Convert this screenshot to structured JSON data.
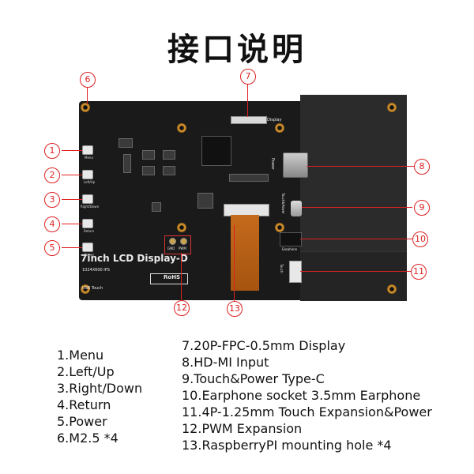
{
  "title": "接口说明",
  "board": {
    "buttons": [
      "Menu",
      "Left/Up",
      "Right/Down",
      "Return",
      "Power"
    ],
    "silk_title": "7inch LCD Display-D",
    "silk_res": "1024X600 IPS",
    "silk_touch": "USB Touch",
    "silk_display": "Display",
    "silk_power": "Power",
    "silk_touchpower": "Touch&Power",
    "silk_earphone": "Earphone",
    "silk_touch_conn": "Touch",
    "pwm_gnd": "GND",
    "pwm_pwm": "PWM",
    "rohs": "RoHS"
  },
  "callouts": [
    "1",
    "2",
    "3",
    "4",
    "5",
    "6",
    "7",
    "8",
    "9",
    "10",
    "11",
    "12",
    "13"
  ],
  "legend_left": [
    "1.Menu",
    "2.Left/Up",
    "3.Right/Down",
    "4.Return",
    "5.Power",
    "6.M2.5 *4"
  ],
  "legend_right": [
    "7.20P-FPC-0.5mm Display",
    "8.HD-MI Input",
    "9.Touch&Power Type-C",
    "10.Earphone socket 3.5mm Earphone",
    "11.4P-1.25mm Touch Expansion&Power",
    "12.PWM Expansion",
    "13.RaspberryPI mounting hole *4"
  ]
}
